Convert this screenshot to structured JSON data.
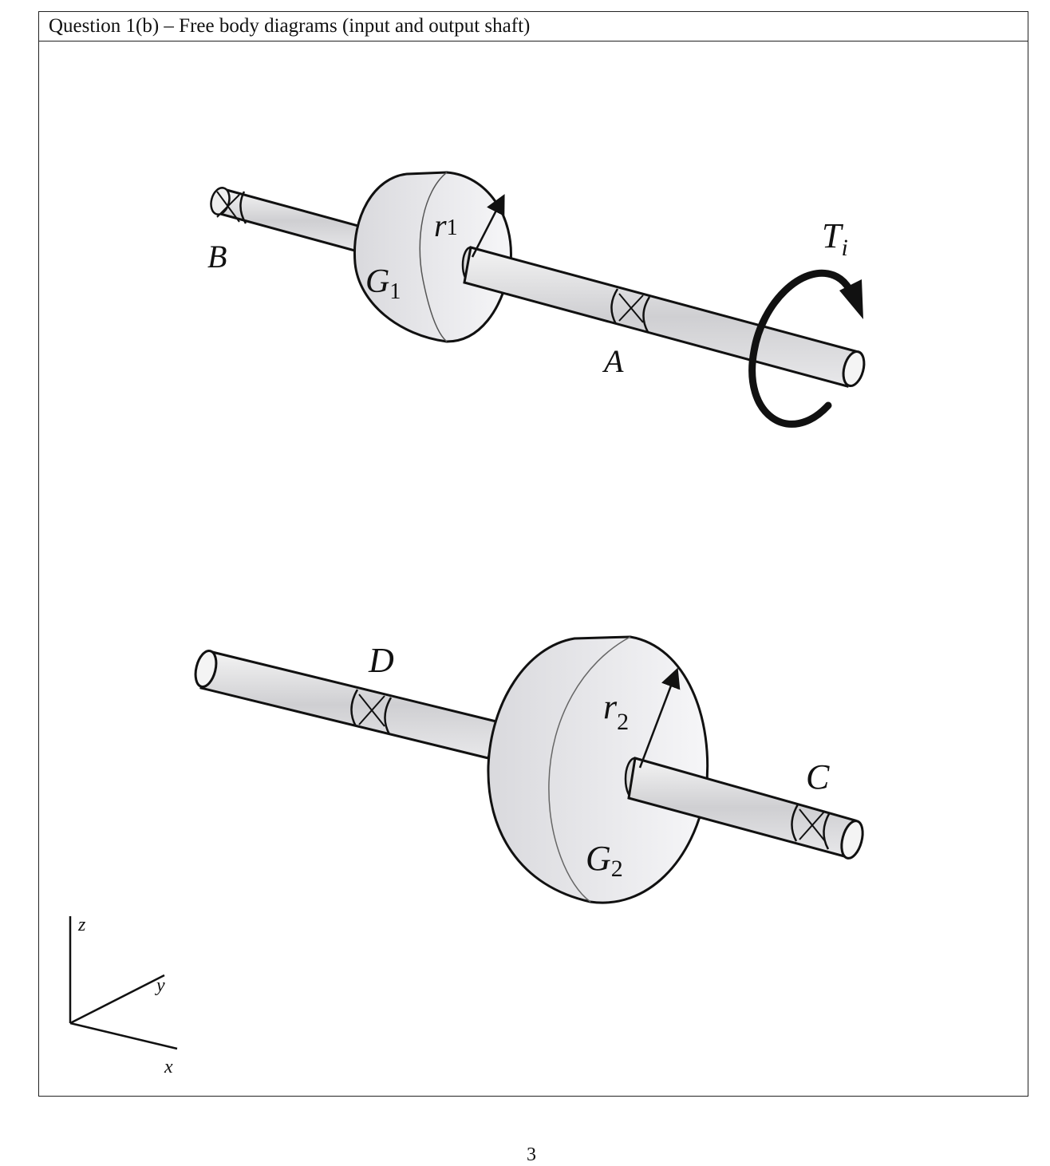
{
  "header": {
    "title": "Question 1(b) – Free body diagrams (input and output shaft)"
  },
  "input_shaft": {
    "bearing_b": "B",
    "bearing_a": "A",
    "gear_main": "G",
    "gear_sub": "1",
    "radius_main": "r",
    "radius_sub": "1",
    "torque_main": "T",
    "torque_sub": "i"
  },
  "output_shaft": {
    "bearing_d": "D",
    "bearing_c": "C",
    "gear_main": "G",
    "gear_sub": "2",
    "radius_main": "r",
    "radius_sub": "2"
  },
  "axes": {
    "z": "z",
    "y": "y",
    "x": "x"
  },
  "page": {
    "number": "3"
  }
}
